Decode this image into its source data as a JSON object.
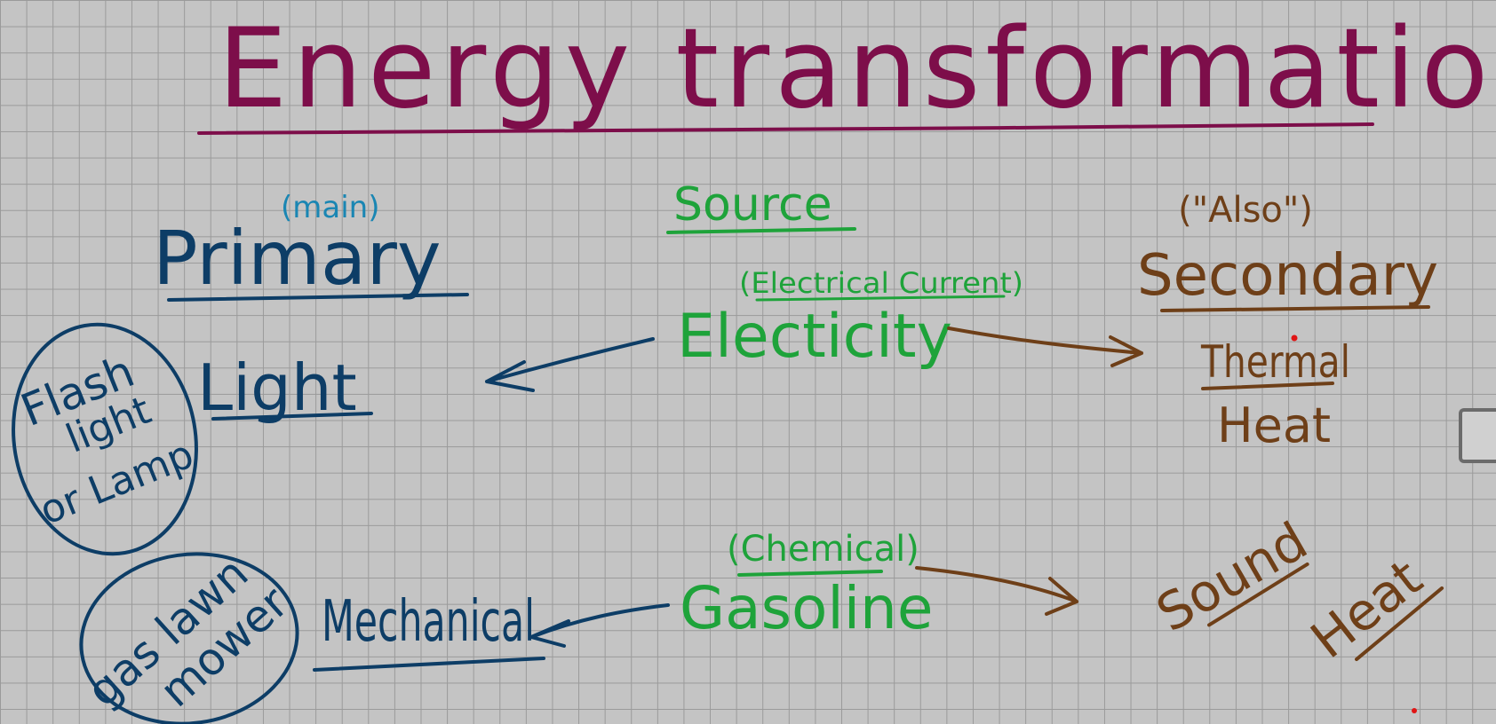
{
  "title": "Energy transformations",
  "columns": {
    "primary": {
      "label": "Primary",
      "note": "(main)"
    },
    "source": {
      "label": "Source"
    },
    "secondary": {
      "label": "Secondary",
      "note": "(\"Also\")"
    }
  },
  "rows": [
    {
      "source": "Electicity",
      "source_note": "(Electrical Current)",
      "primary": "Light",
      "example": [
        "Flash",
        "light",
        "or Lamp"
      ],
      "secondary": [
        "Thermal",
        "Heat"
      ]
    },
    {
      "source": "Gasoline",
      "source_note": "(Chemical)",
      "primary": "Mechanical",
      "example": [
        "gas lawn",
        "mower"
      ],
      "secondary": [
        "Sound",
        "Heat"
      ]
    }
  ],
  "colors": {
    "title": "#7d0e4a",
    "primary": "#0d3d66",
    "primary_note": "#1a86b3",
    "source": "#1ea33a",
    "secondary": "#6e3f18",
    "background": "#c4c4c4",
    "grid": "#9a9a9a"
  }
}
